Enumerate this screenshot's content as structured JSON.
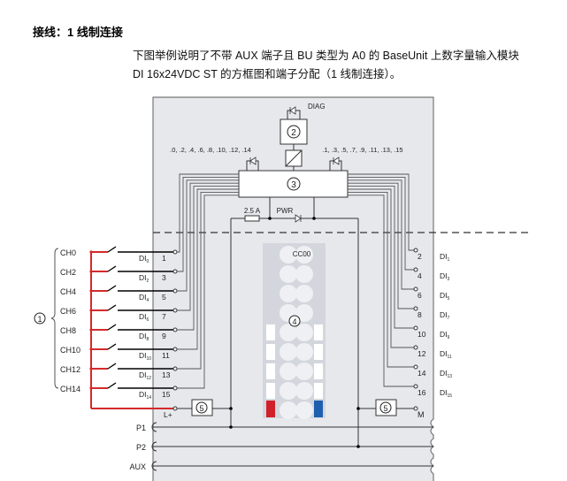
{
  "heading": "接线：1 线制连接",
  "description_line1": "下图举例说明了不带 AUX 端子且 BU 类型为 A0 的 BaseUnit 上数字量输入模块",
  "description_line2": "DI 16x24VDC ST 的方框图和端子分配（1 线制连接）。",
  "diagram": {
    "diag_label": "DIAG",
    "callout_1": "1",
    "callout_2": "2",
    "callout_3": "3",
    "callout_4": "4",
    "callout_5": "5",
    "even_leds": ".0, .2, .4, .6, .8, .10, .12, .14",
    "odd_leds": ".1, .3, .5, .7, .9, .11, .13, .15",
    "fuse": "2.5 A",
    "pwr": "PWR",
    "color_code": "CC00",
    "left_channels": [
      {
        "ch": "CH0",
        "di": "DI",
        "sub": "0",
        "term": "1"
      },
      {
        "ch": "CH2",
        "di": "DI",
        "sub": "2",
        "term": "3"
      },
      {
        "ch": "CH4",
        "di": "DI",
        "sub": "4",
        "term": "5"
      },
      {
        "ch": "CH6",
        "di": "DI",
        "sub": "6",
        "term": "7"
      },
      {
        "ch": "CH8",
        "di": "DI",
        "sub": "8",
        "term": "9"
      },
      {
        "ch": "CH10",
        "di": "DI",
        "sub": "10",
        "term": "11"
      },
      {
        "ch": "CH12",
        "di": "DI",
        "sub": "12",
        "term": "13"
      },
      {
        "ch": "CH14",
        "di": "DI",
        "sub": "14",
        "term": "15"
      }
    ],
    "right_channels": [
      {
        "di": "DI",
        "sub": "1",
        "term": "2"
      },
      {
        "di": "DI",
        "sub": "3",
        "term": "4"
      },
      {
        "di": "DI",
        "sub": "5",
        "term": "6"
      },
      {
        "di": "DI",
        "sub": "7",
        "term": "8"
      },
      {
        "di": "DI",
        "sub": "9",
        "term": "10"
      },
      {
        "di": "DI",
        "sub": "11",
        "term": "12"
      },
      {
        "di": "DI",
        "sub": "13",
        "term": "14"
      },
      {
        "di": "DI",
        "sub": "15",
        "term": "16"
      }
    ],
    "l_plus": "L+",
    "m": "M",
    "p1": "P1",
    "p2": "P2",
    "aux": "AUX",
    "colors": {
      "wire_red": "#d42a2a",
      "module_bg": "#e6e8ec",
      "red_block": "#d0202a",
      "blue_block": "#1f5fb0"
    }
  }
}
